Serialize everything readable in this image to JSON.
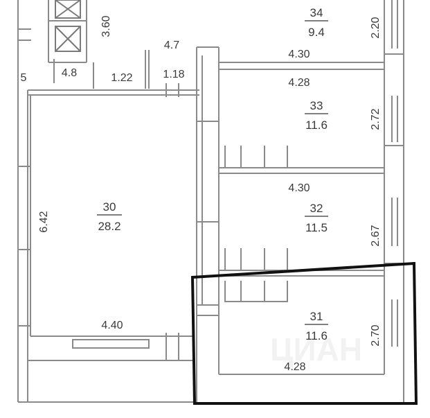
{
  "rooms": [
    {
      "id": "34",
      "number": "34",
      "area": "9.4"
    },
    {
      "id": "33",
      "number": "33",
      "area": "11.6"
    },
    {
      "id": "32",
      "number": "32",
      "area": "11.5"
    },
    {
      "id": "31",
      "number": "31",
      "area": "11.6"
    },
    {
      "id": "30",
      "number": "30",
      "area": "28.2"
    }
  ],
  "dimensions": {
    "d_3_60": "3.60",
    "d_4_7": "4.7",
    "d_4_8": "4.8",
    "d_1_22": "1.22",
    "d_1_18": "1.18",
    "d_5": "5",
    "d_2_20": "2.20",
    "d_4_30_top": "4.30",
    "d_4_28_top": "4.28",
    "d_2_72": "2.72",
    "d_4_30_mid": "4.30",
    "d_2_67": "2.67",
    "d_6_42": "6.42",
    "d_4_40": "4.40",
    "d_2_70": "2.70",
    "d_4_28_bottom": "4.28"
  },
  "watermark": "ЦИАН",
  "colors": {
    "line": "#8a8a8a",
    "text": "#3a3a3a",
    "highlight": "#111111",
    "paper": "#ffffff"
  }
}
